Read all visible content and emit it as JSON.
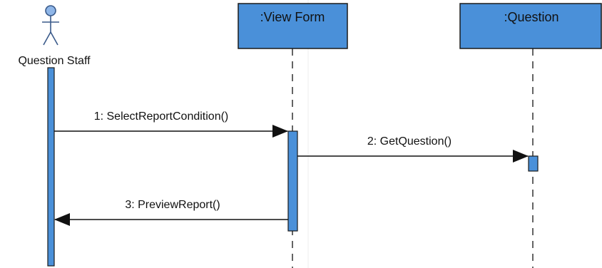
{
  "actor": {
    "name": "Question Staff"
  },
  "objects": [
    {
      "name": ":View Form"
    },
    {
      "name": ":Question"
    }
  ],
  "messages": [
    {
      "label": "1: SelectReportCondition()"
    },
    {
      "label": "2: GetQuestion()"
    },
    {
      "label": "3: PreviewReport()"
    }
  ],
  "colors": {
    "box_fill": "#4a90d9",
    "border": "#1a1a1a",
    "background": "#ffffff"
  }
}
